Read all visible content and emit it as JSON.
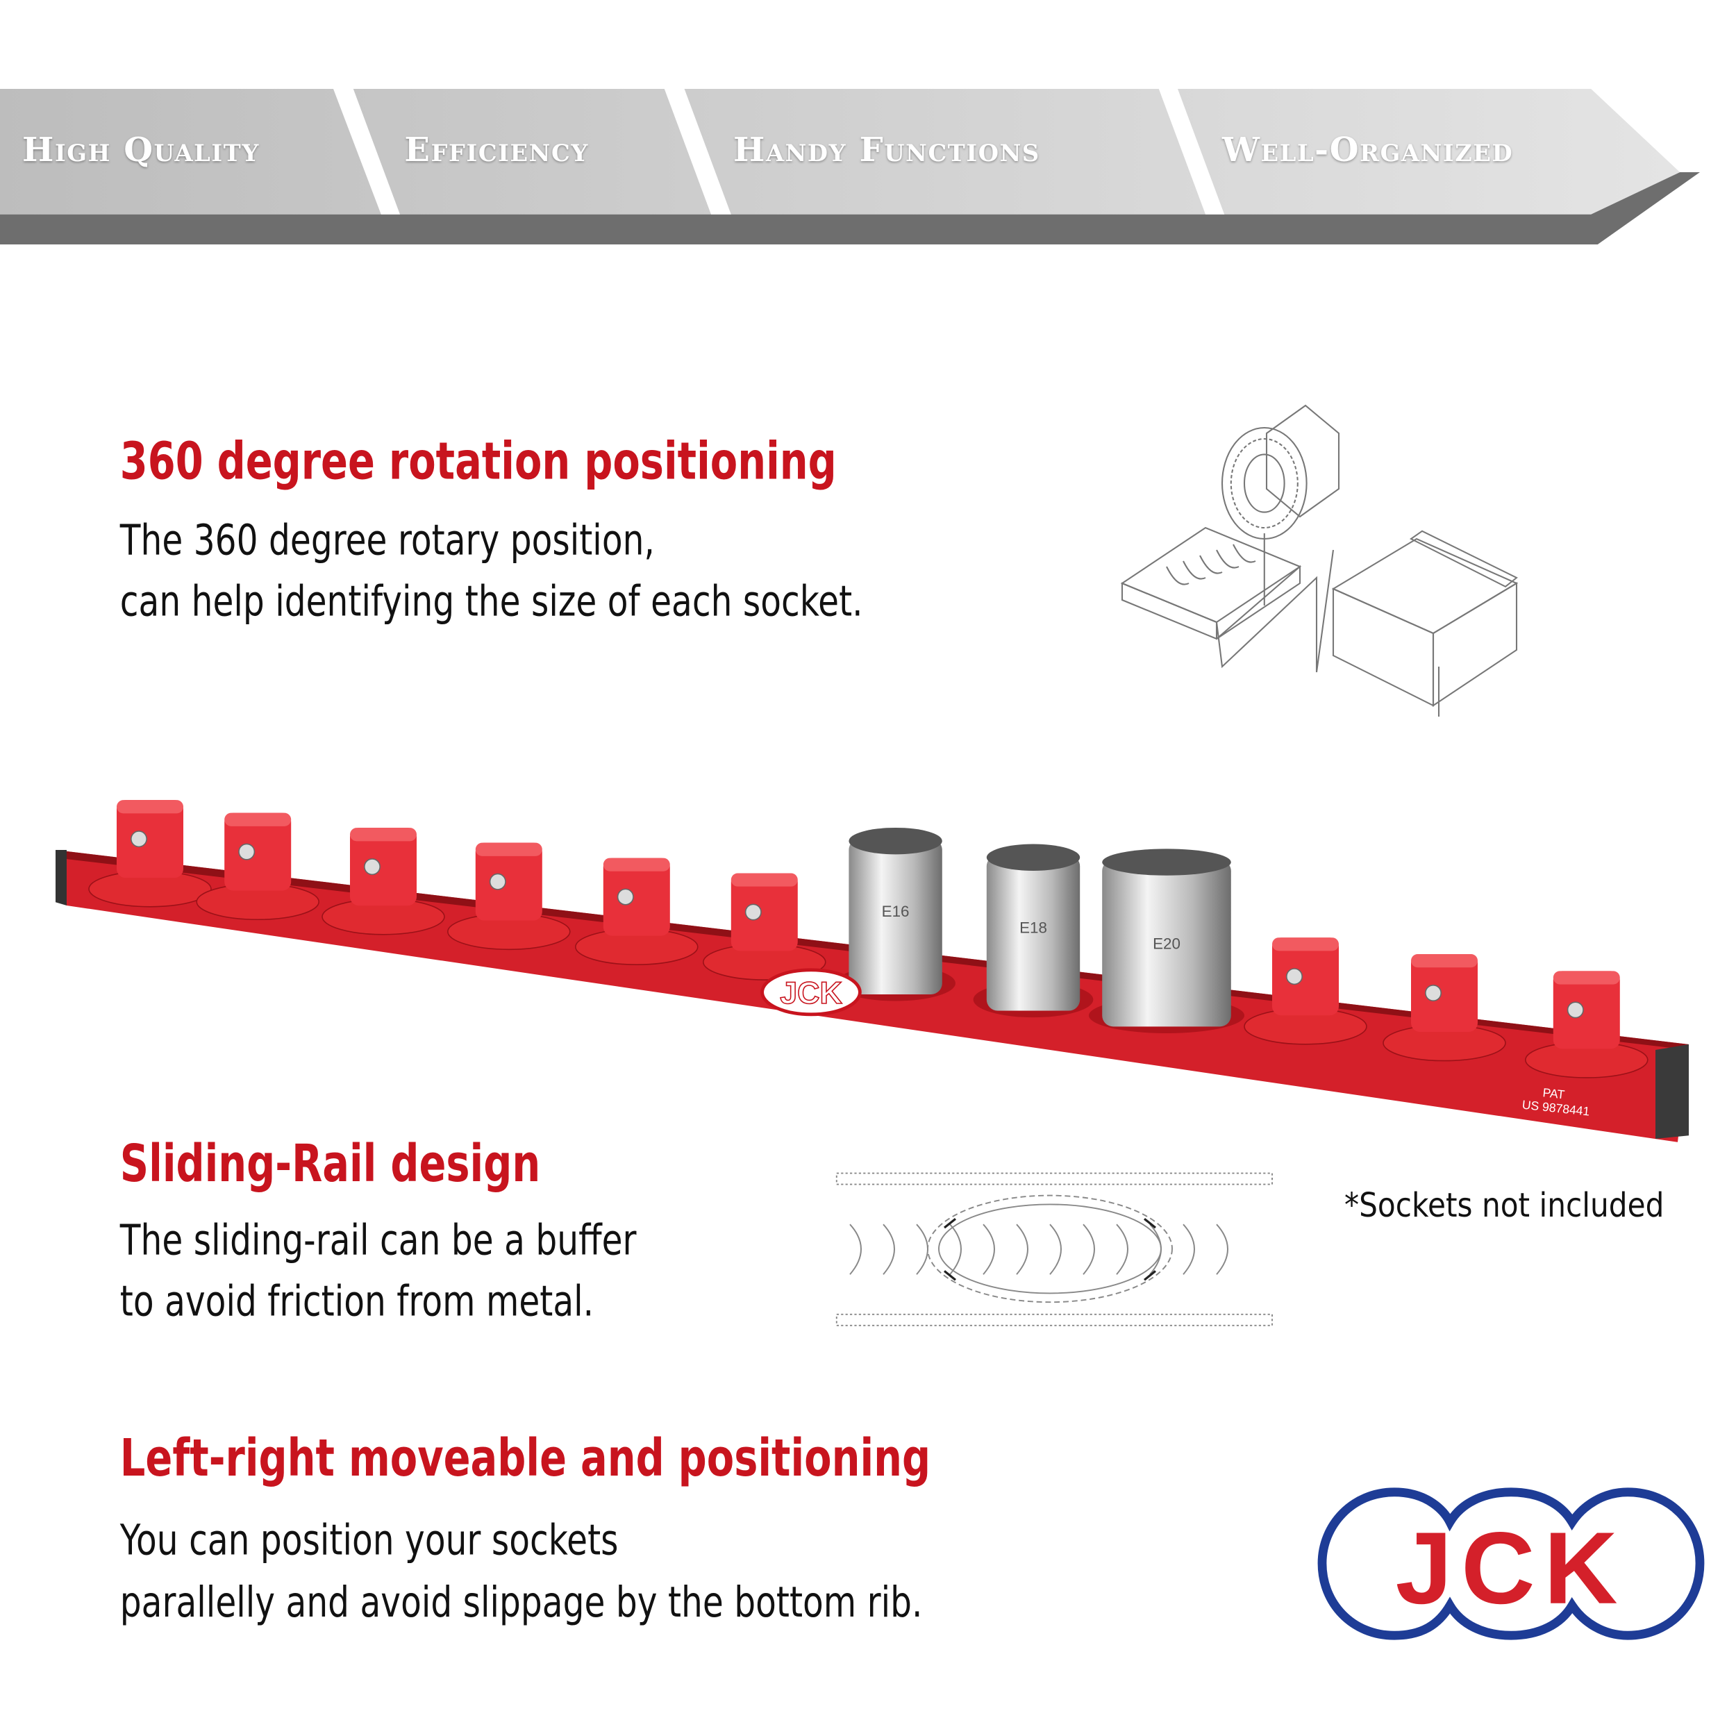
{
  "banner": {
    "items": [
      "High Quality",
      "Efficiency",
      "Handy Functions",
      "Well-Organized"
    ]
  },
  "features": [
    {
      "title": "360 degree rotation positioning",
      "lines": [
        "The 360 degree rotary position,",
        "can help identifying the size of each socket."
      ]
    },
    {
      "title": "Sliding-Rail design",
      "lines": [
        "The sliding-rail can be a buffer",
        "to avoid friction from metal."
      ]
    },
    {
      "title": "Left-right moveable and positioning",
      "lines": [
        "You can position your sockets",
        "parallelly and avoid slippage by the bottom rib."
      ]
    }
  ],
  "product": {
    "rail_logo": "JCK",
    "patent_line1": "PAT",
    "patent_line2": "US 9878441",
    "socket_labels": [
      "E16",
      "E18",
      "E20"
    ]
  },
  "note": "*Sockets not included",
  "brand": {
    "logo": "JCK",
    "red": "#c8141e",
    "blue": "#1e3c96"
  }
}
